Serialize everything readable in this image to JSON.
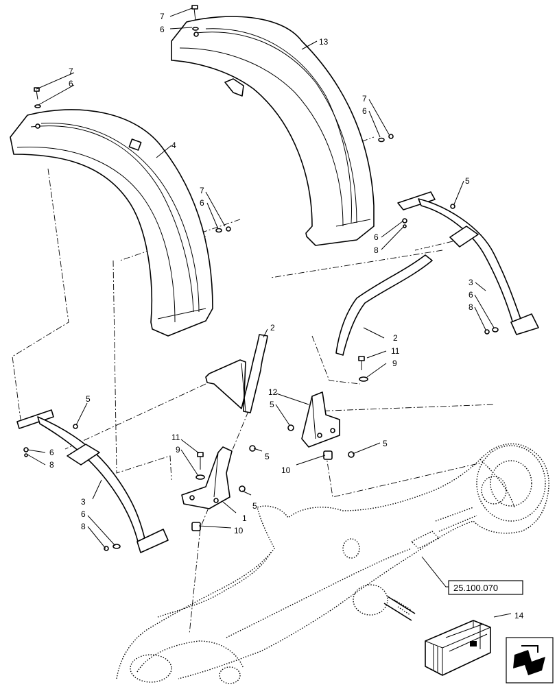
{
  "callouts": {
    "c7a": "7",
    "c6a": "6",
    "c13": "13",
    "c7b": "7",
    "c6b": "6",
    "c4": "4",
    "c7c": "7",
    "c6c": "6",
    "c7d": "7",
    "c6d": "6",
    "c5a": "5",
    "c6e": "6",
    "c8a": "8",
    "c3a": "3",
    "c6f": "6",
    "c8b": "8",
    "c2a": "2",
    "c2b": "2",
    "c11a": "11",
    "c9a": "9",
    "c12": "12",
    "c5b": "5",
    "c5c": "5",
    "c11b": "11",
    "c9b": "9",
    "c5d": "5",
    "c10a": "10",
    "c5e": "5",
    "c1": "1",
    "c10b": "10",
    "c5f": "5",
    "c6g": "6",
    "c8c": "8",
    "c3b": "3",
    "c6h": "6",
    "c8d": "8",
    "c14": "14"
  },
  "reference_box": {
    "label": "25.100.070"
  },
  "icons": {
    "nav": "next-page-arrow-icon",
    "kit": "parts-kit-box-icon"
  }
}
